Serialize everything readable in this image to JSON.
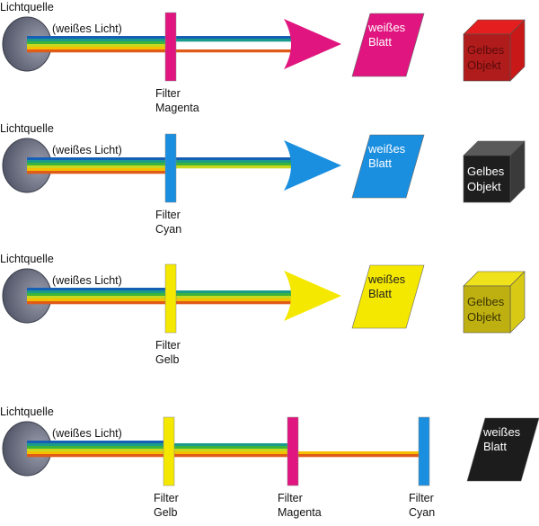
{
  "colors": {
    "magenta": "#e0157f",
    "cyan": "#1a8fe0",
    "yellow": "#f5e800",
    "red": "#d21a1a",
    "black": "#222222",
    "source": "#5a5e70",
    "spectrum": [
      "#1560b5",
      "#1b9b8a",
      "#3cb43c",
      "#c8d81e",
      "#f5c000",
      "#e05a18"
    ]
  },
  "rows": [
    {
      "source_label": "Lichtquelle",
      "light_label": "(weißes Licht)",
      "filters": [
        {
          "label1": "Filter",
          "label2": "Magenta",
          "color": "#e0157f"
        }
      ],
      "transmitted": [
        "blue",
        "red"
      ],
      "arrow_color": "#e0157f",
      "sheet": {
        "label1": "weißes",
        "label2": "Blatt",
        "color": "#e0157f",
        "text_color": "#ffffff"
      },
      "object": {
        "label1": "Gelbes",
        "label2": "Objekt",
        "front": "#b01c1c",
        "top": "#e41e1e",
        "side": "#c81818",
        "text_color": "#5a0a0a"
      }
    },
    {
      "source_label": "Lichtquelle",
      "light_label": "(weißes Licht)",
      "filters": [
        {
          "label1": "Filter",
          "label2": "Cyan",
          "color": "#1a8fe0"
        }
      ],
      "transmitted": [
        "blue",
        "green"
      ],
      "arrow_color": "#1a8fe0",
      "sheet": {
        "label1": "weißes",
        "label2": "Blatt",
        "color": "#1a8fe0",
        "text_color": "#ffffff"
      },
      "object": {
        "label1": "Gelbes",
        "label2": "Objekt",
        "front": "#1e1e1e",
        "top": "#5a5a5a",
        "side": "#3a3a3a",
        "text_color": "#ffffff"
      }
    },
    {
      "source_label": "Lichtquelle",
      "light_label": "(weißes Licht)",
      "filters": [
        {
          "label1": "Filter",
          "label2": "Gelb",
          "color": "#f5e800"
        }
      ],
      "transmitted": [
        "green",
        "yellow",
        "red"
      ],
      "arrow_color": "#f5e800",
      "sheet": {
        "label1": "weißes",
        "label2": "Blatt",
        "color": "#f5e800",
        "text_color": "#222222"
      },
      "object": {
        "label1": "Gelbes",
        "label2": "Objekt",
        "front": "#bfb012",
        "top": "#f0e21a",
        "side": "#d8ca14",
        "text_color": "#3a3400"
      }
    },
    {
      "source_label": "Lichtquelle",
      "light_label": "(weißes Licht)",
      "filters": [
        {
          "label1": "Filter",
          "label2": "Gelb",
          "color": "#f5e800"
        },
        {
          "label1": "Filter",
          "label2": "Magenta",
          "color": "#e0157f"
        },
        {
          "label1": "Filter",
          "label2": "Cyan",
          "color": "#1a8fe0"
        }
      ],
      "transmitted_after": [
        [
          "green",
          "yellow",
          "red"
        ],
        [
          "yellow",
          "red"
        ],
        []
      ],
      "sheet": {
        "label1": "weißes",
        "label2": "Blatt",
        "color": "#1c1c1c",
        "text_color": "#ffffff"
      }
    }
  ]
}
